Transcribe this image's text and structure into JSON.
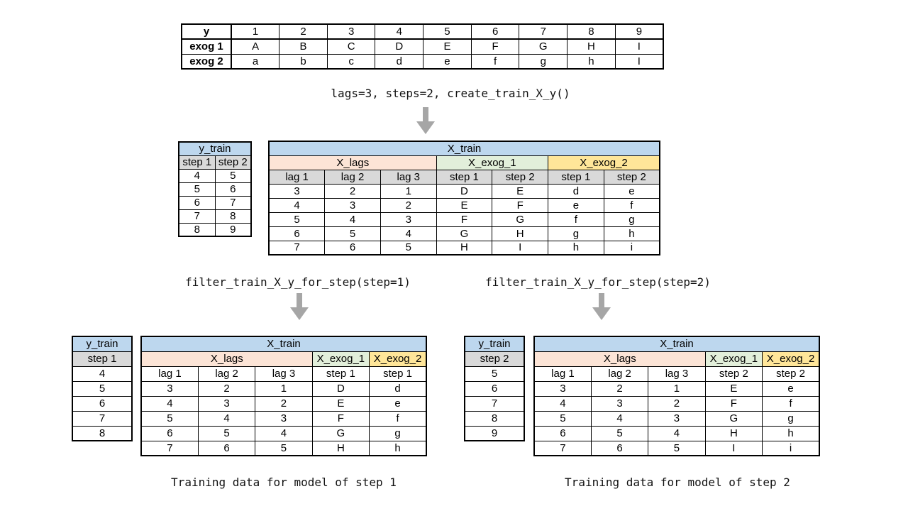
{
  "colors": {
    "blue": "#BDD7EE",
    "pink": "#FCE4D6",
    "green": "#E2EFDA",
    "yellow": "#FFE699",
    "gray": "#D9D9D9",
    "arrow": "#A6A6A6"
  },
  "labels": {
    "create_train": "lags=3, steps=2, create_train_X_y()",
    "filter_step1": "filter_train_X_y_for_step(step=1)",
    "filter_step2": "filter_train_X_y_for_step(step=2)",
    "caption_step1": "Training data for model of step 1",
    "caption_step2": "Training data for model of step 2"
  },
  "tables": {
    "series": [
      [
        {
          "t": "y",
          "bold": true
        },
        "1",
        "2",
        "3",
        "4",
        "5",
        "6",
        "7",
        "8",
        "9"
      ],
      [
        {
          "t": "exog 1",
          "bold": true
        },
        "A",
        "B",
        "C",
        "D",
        "E",
        "F",
        "G",
        "H",
        "I"
      ],
      [
        {
          "t": "exog 2",
          "bold": true
        },
        "a",
        "b",
        "c",
        "d",
        "e",
        "f",
        "g",
        "h",
        "I"
      ]
    ],
    "y_train_full": [
      [
        {
          "t": "y_train",
          "span": 2,
          "bg": "blue"
        }
      ],
      [
        {
          "t": "step 1",
          "bg": "gray"
        },
        {
          "t": "step 2",
          "bg": "gray"
        }
      ],
      [
        "4",
        "5"
      ],
      [
        "5",
        "6"
      ],
      [
        "6",
        "7"
      ],
      [
        "7",
        "8"
      ],
      [
        "8",
        "9"
      ]
    ],
    "x_train_full": [
      [
        {
          "t": "X_train",
          "span": 7,
          "bg": "blue"
        }
      ],
      [
        {
          "t": "X_lags",
          "span": 3,
          "bg": "pink"
        },
        {
          "t": "X_exog_1",
          "span": 2,
          "bg": "green"
        },
        {
          "t": "X_exog_2",
          "span": 2,
          "bg": "yellow"
        }
      ],
      [
        {
          "t": "lag 1",
          "bg": "gray"
        },
        {
          "t": "lag 2",
          "bg": "gray"
        },
        {
          "t": "lag 3",
          "bg": "gray"
        },
        {
          "t": "step 1",
          "bg": "gray"
        },
        {
          "t": "step 2",
          "bg": "gray"
        },
        {
          "t": "step 1",
          "bg": "gray"
        },
        {
          "t": "step 2",
          "bg": "gray"
        }
      ],
      [
        "3",
        "2",
        "1",
        "D",
        "E",
        "d",
        "e"
      ],
      [
        "4",
        "3",
        "2",
        "E",
        "F",
        "e",
        "f"
      ],
      [
        "5",
        "4",
        "3",
        "F",
        "G",
        "f",
        "g"
      ],
      [
        "6",
        "5",
        "4",
        "G",
        "H",
        "g",
        "h"
      ],
      [
        "7",
        "6",
        "5",
        "H",
        "I",
        "h",
        "i"
      ]
    ],
    "y_train_step1": [
      [
        {
          "t": "y_train",
          "bg": "blue"
        }
      ],
      [
        {
          "t": "step 1",
          "bg": "gray"
        }
      ],
      [
        "4"
      ],
      [
        "5"
      ],
      [
        "6"
      ],
      [
        "7"
      ],
      [
        "8"
      ]
    ],
    "x_train_step1": [
      [
        {
          "t": "X_train",
          "span": 5,
          "bg": "blue"
        }
      ],
      [
        {
          "t": "X_lags",
          "span": 3,
          "bg": "pink"
        },
        {
          "t": "X_exog_1",
          "bg": "green"
        },
        {
          "t": "X_exog_2",
          "bg": "yellow"
        }
      ],
      [
        "lag 1",
        "lag 2",
        "lag 3",
        "step 1",
        "step 1"
      ],
      [
        "3",
        "2",
        "1",
        "D",
        "d"
      ],
      [
        "4",
        "3",
        "2",
        "E",
        "e"
      ],
      [
        "5",
        "4",
        "3",
        "F",
        "f"
      ],
      [
        "6",
        "5",
        "4",
        "G",
        "g"
      ],
      [
        "7",
        "6",
        "5",
        "H",
        "h"
      ]
    ],
    "y_train_step2": [
      [
        {
          "t": "y_train",
          "bg": "blue"
        }
      ],
      [
        {
          "t": "step 2",
          "bg": "gray"
        }
      ],
      [
        "5"
      ],
      [
        "6"
      ],
      [
        "7"
      ],
      [
        "8"
      ],
      [
        "9"
      ]
    ],
    "x_train_step2": [
      [
        {
          "t": "X_train",
          "span": 5,
          "bg": "blue"
        }
      ],
      [
        {
          "t": "X_lags",
          "span": 3,
          "bg": "pink"
        },
        {
          "t": "X_exog_1",
          "bg": "green"
        },
        {
          "t": "X_exog_2",
          "bg": "yellow"
        }
      ],
      [
        "lag 1",
        "lag 2",
        "lag 3",
        "step 2",
        "step 2"
      ],
      [
        "3",
        "2",
        "1",
        "E",
        "e"
      ],
      [
        "4",
        "3",
        "2",
        "F",
        "f"
      ],
      [
        "5",
        "4",
        "3",
        "G",
        "g"
      ],
      [
        "6",
        "5",
        "4",
        "H",
        "h"
      ],
      [
        "7",
        "6",
        "5",
        "I",
        "i"
      ]
    ]
  }
}
